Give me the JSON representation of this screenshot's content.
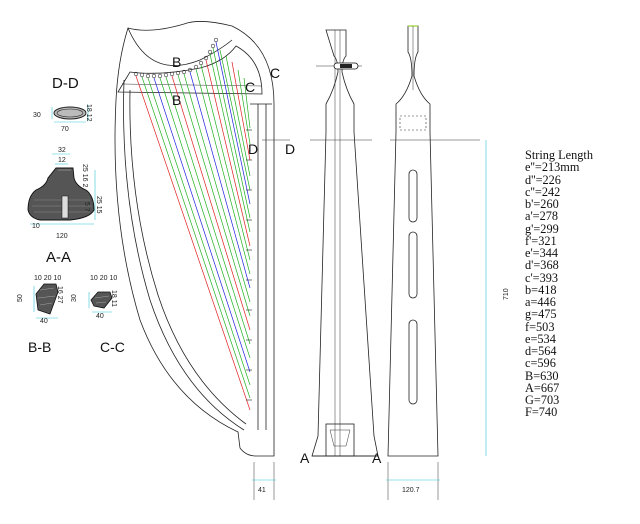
{
  "section_labels": {
    "dd": "D-D",
    "aa": "A-A",
    "bb": "B-B",
    "cc": "C-C",
    "b": "B",
    "c": "C",
    "d": "D",
    "a": "A"
  },
  "dd_dims": {
    "left": "30",
    "bottom": "70",
    "right": "18 12"
  },
  "aa_dims": {
    "top1": "32",
    "top2": "12",
    "r1": "25 16 2",
    "r2": "5 7",
    "r3": "25 15",
    "left": "10",
    "bottom": "120"
  },
  "bb_dims": {
    "top": "10 20 10",
    "left": "50",
    "right": "16 27",
    "bottom": "40"
  },
  "cc_dims": {
    "top": "10 20 10",
    "left": "30",
    "right": "18 11",
    "bottom": "40"
  },
  "views_dims": {
    "depth": "41",
    "height": "710",
    "width": "120.7"
  },
  "string_table": {
    "title": "String Length",
    "entries": [
      "e''=213mm",
      "d''=226",
      "c''=242",
      "b'=260",
      "a'=278",
      "g'=299",
      "f'=321",
      "e'=344",
      "d'=368",
      "c'=393",
      "b=418",
      "a=446",
      "g=475",
      "f=503",
      "e=534",
      "d=564",
      "c=596",
      "B=630",
      "A=667",
      "G=703",
      "F=740"
    ]
  },
  "colors": {
    "string_red": "#e02020",
    "string_green": "#20b020",
    "string_blue": "#2020e0",
    "dim_cyan": "#35c7d2"
  }
}
